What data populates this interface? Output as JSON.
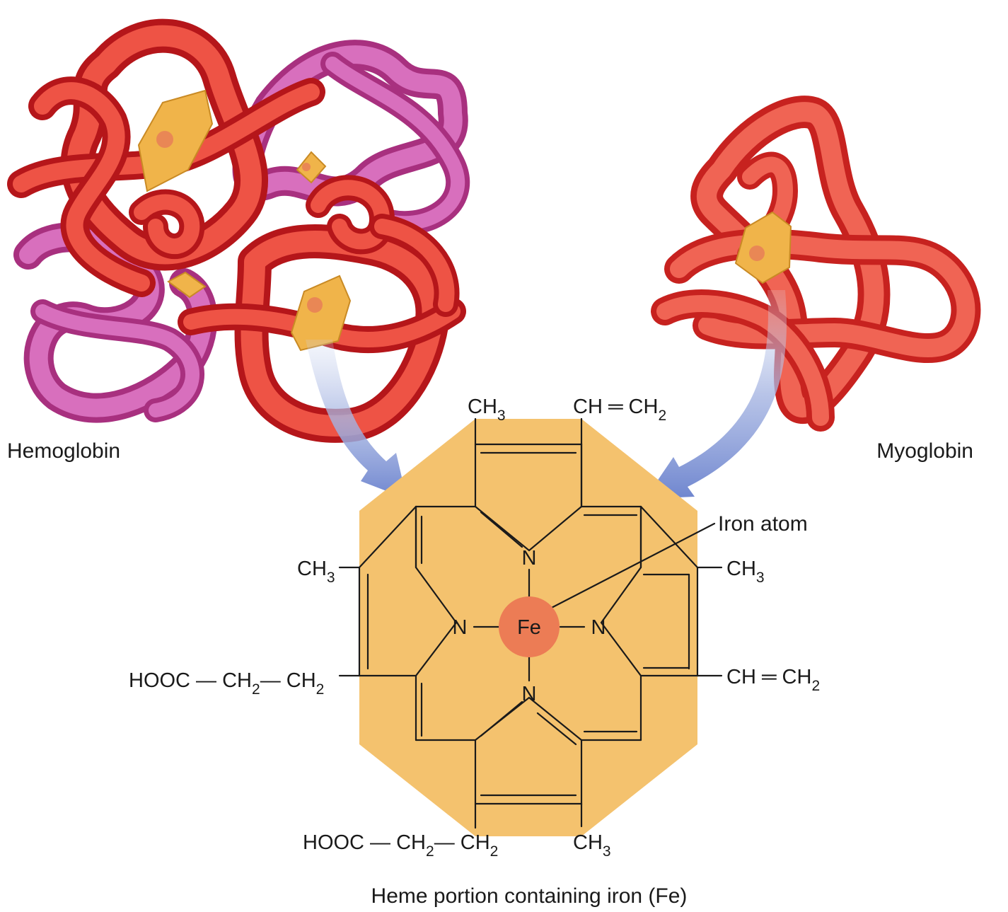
{
  "labels": {
    "hemoglobin": "Hemoglobin",
    "myoglobin": "Myoglobin",
    "iron_atom": "Iron atom",
    "caption": "Heme portion containing iron (Fe)"
  },
  "atoms": {
    "fe": "Fe",
    "n_top": "N",
    "n_left": "N",
    "n_right": "N",
    "n_bottom": "N"
  },
  "groups": {
    "top_left": {
      "text": "CH",
      "sub": "3"
    },
    "top_right": {
      "text": "CH ═ CH",
      "sub": "2"
    },
    "left_upper": {
      "text": "CH",
      "sub": "3"
    },
    "left_lower": {
      "text1": "HOOC — CH",
      "sub1": "2",
      "text2": "— CH",
      "sub2": "2"
    },
    "right_upper": {
      "text": "CH",
      "sub": "3"
    },
    "right_lower": {
      "text": "CH ═ CH",
      "sub": "2"
    },
    "bottom_left": {
      "text1": "HOOC — CH",
      "sub1": "2",
      "text2": "— CH",
      "sub2": "2"
    },
    "bottom_right": {
      "text": "CH",
      "sub": "3"
    }
  },
  "colors": {
    "heme_plate": "#f4c26e",
    "iron": "#ec7c55",
    "protein_red": "#e23a2e",
    "protein_magenta": "#c64aa0",
    "heme_tile": "#f0b44a",
    "arrow": "#7a8fd0"
  }
}
